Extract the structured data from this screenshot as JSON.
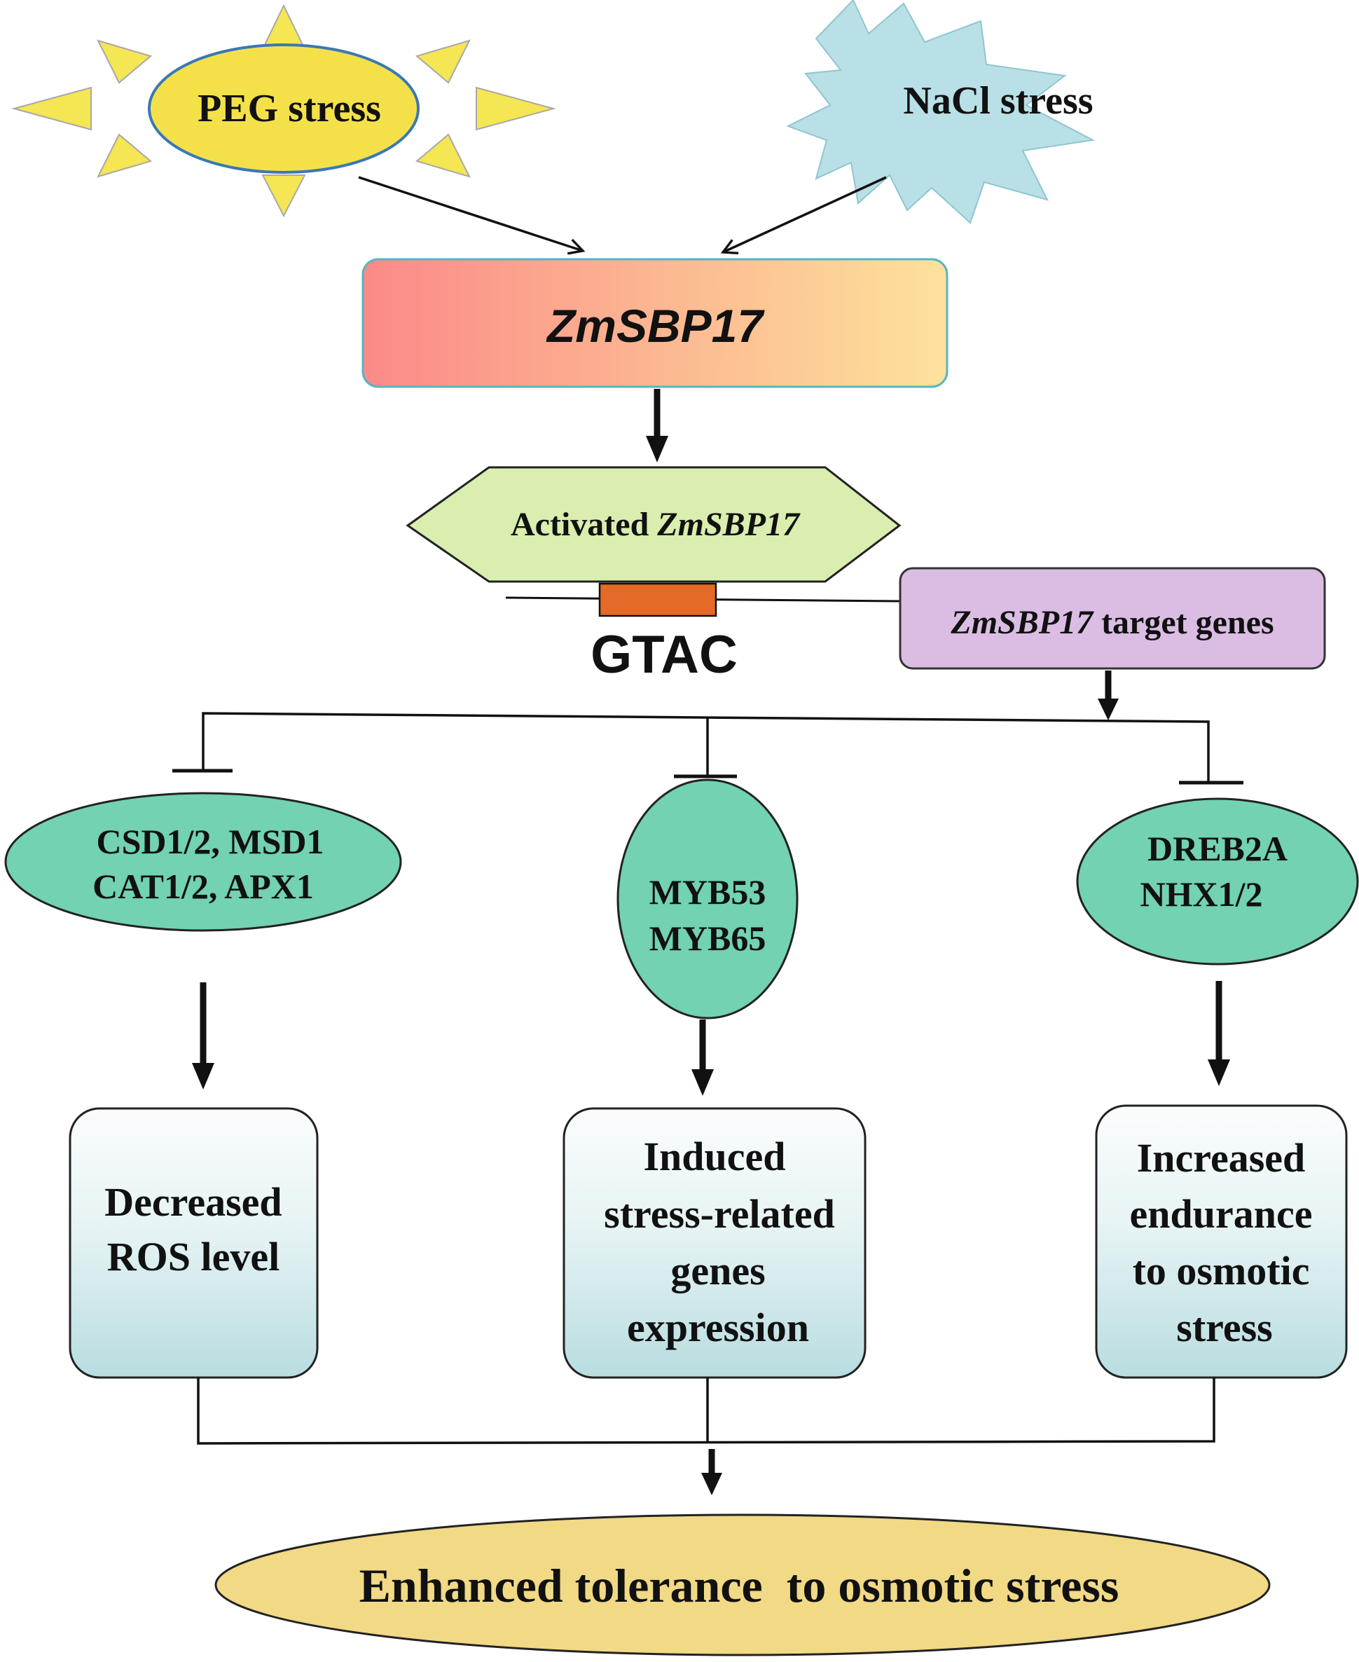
{
  "stresses": {
    "peg": "PEG stress",
    "nacl": "NaCl stress"
  },
  "gene": {
    "name": "ZmSBP17"
  },
  "activated": {
    "prefix": "Activated ",
    "gene": "ZmSBP17"
  },
  "motif": {
    "label": "GTAC"
  },
  "targets": {
    "gene": "ZmSBP17",
    "suffix": " target genes"
  },
  "repressed": {
    "left": {
      "line1": "CSD1/2, MSD1",
      "line2": "CAT1/2, APX1"
    },
    "middle": {
      "line1": "MYB53",
      "line2": "MYB65"
    },
    "right": {
      "line1": "DREB2A",
      "line2": "NHX1/2"
    }
  },
  "outcomes": {
    "left": {
      "line1": "Decreased",
      "line2": "ROS level"
    },
    "middle": {
      "line1": "Induced",
      "line2": "stress-related",
      "line3": "genes",
      "line4": "expression"
    },
    "right": {
      "line1": "Increased",
      "line2": "endurance",
      "line3": "to osmotic",
      "line4": "stress"
    }
  },
  "result": {
    "label": "Enhanced tolerance  to osmotic stress"
  },
  "colors": {
    "sun": "#f5e653",
    "sun_stroke": "#a8a8a8",
    "peg_fill": "#f4e14a",
    "peg_stroke": "#3a78b5",
    "nacl_fill": "#b8e0e6",
    "nacl_stroke": "#8fc6cf",
    "gene_grad_start": "#fb8a88",
    "gene_grad_end": "#fde29b",
    "gene_stroke": "#54b4c6",
    "activated_fill": "#d9eeaf",
    "activated_stroke": "#222222",
    "motif_fill": "#e36a28",
    "targets_fill": "#dbbde3",
    "ellipse_fill": "#72d2b2",
    "outcome_grad_start": "#fbfdfd",
    "outcome_grad_end": "#b8dde0",
    "result_fill": "#f1d985"
  }
}
